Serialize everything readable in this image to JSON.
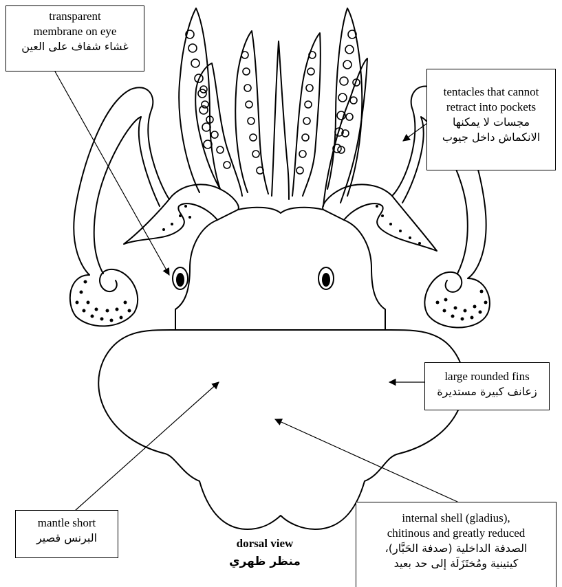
{
  "labels": {
    "eye": {
      "en": "transparent membrane on eye",
      "ar": "غشاء شفاف على العين"
    },
    "tentacles": {
      "en_line1": "tentacles that cannot",
      "en_line2": "retract into pockets",
      "ar_line1": "مجسات لا يمكنها",
      "ar_line2": "الانكماش داخل جيوب"
    },
    "fins": {
      "en": "large rounded fins",
      "ar": "زعانف كبيرة مستديرة"
    },
    "mantle": {
      "en": "mantle short",
      "ar": "البرنس قصير"
    },
    "shell": {
      "en_line1": "internal shell (gladius),",
      "en_line2": "chitinous and greatly reduced",
      "ar_line1": "الصدفة الداخلية (صدفة الحَبَّار)،",
      "ar_line2": "كيتينية ومُختَزَلَة إلى حد بعيد"
    }
  },
  "caption": {
    "en": "dorsal view",
    "ar": "منظر ظهري"
  },
  "colors": {
    "ink": "#000000",
    "background": "#ffffff"
  }
}
